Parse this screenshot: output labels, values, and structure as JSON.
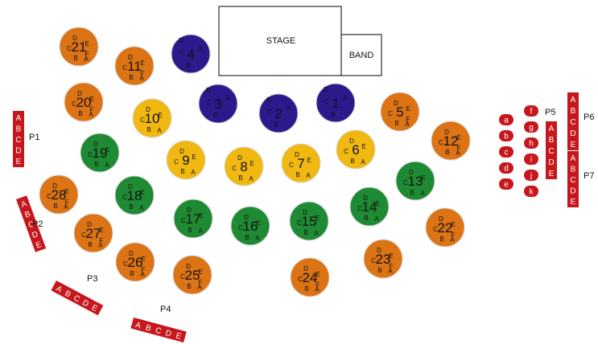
{
  "colors": {
    "navy": "#2b1a8c",
    "gold": "#f0b811",
    "green": "#1f8a34",
    "orange": "#dc7314",
    "red": "#c6171c"
  },
  "stage": {
    "label": "STAGE"
  },
  "band": {
    "label": "BAND"
  },
  "seat_letters": [
    "A",
    "B",
    "C",
    "D",
    "E",
    "F"
  ],
  "tables": [
    {
      "number": "1",
      "color": "navy",
      "seats": [
        "A",
        "B",
        "C",
        "D"
      ]
    },
    {
      "number": "2",
      "color": "navy",
      "seats": [
        "A",
        "B",
        "C",
        "D"
      ]
    },
    {
      "number": "3",
      "color": "navy",
      "seats": [
        "A",
        "B",
        "C",
        "D"
      ]
    },
    {
      "number": "4",
      "color": "navy",
      "seats": [
        "A",
        "B",
        "C",
        "D"
      ]
    },
    {
      "number": "5",
      "color": "orange",
      "seats": [
        "A",
        "B",
        "C",
        "D",
        "E",
        "F"
      ]
    },
    {
      "number": "6",
      "color": "gold",
      "seats": [
        "A",
        "B",
        "C",
        "D",
        "E"
      ]
    },
    {
      "number": "7",
      "color": "gold",
      "seats": [
        "A",
        "B",
        "C",
        "D",
        "E"
      ]
    },
    {
      "number": "8",
      "color": "gold",
      "seats": [
        "A",
        "B",
        "C",
        "D",
        "E"
      ]
    },
    {
      "number": "9",
      "color": "gold",
      "seats": [
        "A",
        "B",
        "C",
        "D",
        "E"
      ]
    },
    {
      "number": "10",
      "color": "gold",
      "seats": [
        "A",
        "B",
        "C",
        "D",
        "E"
      ]
    },
    {
      "number": "11",
      "color": "orange",
      "seats": [
        "A",
        "B",
        "C",
        "D",
        "E",
        "F"
      ]
    },
    {
      "number": "12",
      "color": "orange",
      "seats": [
        "A",
        "B",
        "C",
        "D",
        "E",
        "F"
      ]
    },
    {
      "number": "13",
      "color": "green",
      "seats": [
        "A",
        "B",
        "C",
        "D",
        "E"
      ]
    },
    {
      "number": "14",
      "color": "green",
      "seats": [
        "A",
        "B",
        "C",
        "D",
        "E"
      ]
    },
    {
      "number": "15",
      "color": "green",
      "seats": [
        "A",
        "B",
        "C",
        "D",
        "E"
      ]
    },
    {
      "number": "16",
      "color": "green",
      "seats": [
        "A",
        "B",
        "C",
        "D",
        "E"
      ]
    },
    {
      "number": "17",
      "color": "green",
      "seats": [
        "A",
        "B",
        "C",
        "D",
        "E"
      ]
    },
    {
      "number": "18",
      "color": "green",
      "seats": [
        "A",
        "B",
        "C",
        "D",
        "E"
      ]
    },
    {
      "number": "19",
      "color": "green",
      "seats": [
        "A",
        "B",
        "C",
        "D",
        "E"
      ]
    },
    {
      "number": "20",
      "color": "orange",
      "seats": [
        "A",
        "B",
        "C",
        "D",
        "E",
        "F"
      ]
    },
    {
      "number": "21",
      "color": "orange",
      "seats": [
        "A",
        "B",
        "C",
        "D",
        "E",
        "F"
      ]
    },
    {
      "number": "22",
      "color": "orange",
      "seats": [
        "A",
        "B",
        "C",
        "D",
        "E",
        "F"
      ]
    },
    {
      "number": "23",
      "color": "orange",
      "seats": [
        "A",
        "B",
        "C",
        "D",
        "E",
        "F"
      ]
    },
    {
      "number": "24",
      "color": "orange",
      "seats": [
        "A",
        "B",
        "C",
        "D",
        "E",
        "F"
      ]
    },
    {
      "number": "25",
      "color": "orange",
      "seats": [
        "A",
        "B",
        "C",
        "D",
        "E",
        "F"
      ]
    },
    {
      "number": "26",
      "color": "orange",
      "seats": [
        "A",
        "B",
        "C",
        "D",
        "E",
        "F"
      ]
    },
    {
      "number": "27",
      "color": "orange",
      "seats": [
        "A",
        "B",
        "C",
        "D",
        "E",
        "F"
      ]
    },
    {
      "number": "28",
      "color": "orange",
      "seats": [
        "A",
        "B",
        "C",
        "D",
        "E",
        "F"
      ]
    }
  ],
  "rows": [
    {
      "label": "P1",
      "letters": [
        "A",
        "B",
        "C",
        "D",
        "E"
      ]
    },
    {
      "label": "P2",
      "letters": [
        "A",
        "B",
        "C",
        "D",
        "E"
      ]
    },
    {
      "label": "P3",
      "letters": [
        "A",
        "B",
        "C",
        "D",
        "E"
      ]
    },
    {
      "label": "P4",
      "letters": [
        "A",
        "B",
        "C",
        "D",
        "E"
      ]
    },
    {
      "label": "P5",
      "letters": [
        "A",
        "B",
        "C",
        "D",
        "E"
      ]
    },
    {
      "label": "P6",
      "letters": [
        "A",
        "B",
        "C",
        "D",
        "E"
      ]
    },
    {
      "label": "P7",
      "letters": [
        "A",
        "B",
        "C",
        "D",
        "E"
      ]
    }
  ],
  "single_seats_left": [
    "a",
    "b",
    "c",
    "d",
    "e"
  ],
  "single_seats_right": [
    "f",
    "g",
    "h",
    "i",
    "j",
    "k"
  ]
}
